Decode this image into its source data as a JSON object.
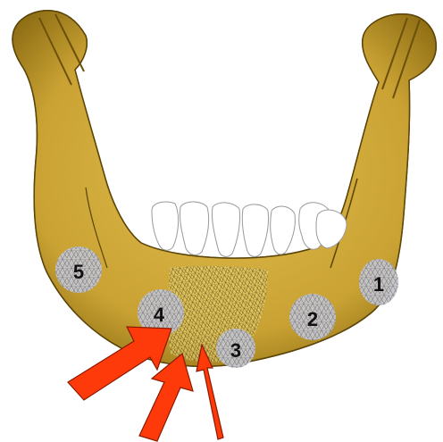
{
  "colors": {
    "bone": "#c9a233",
    "bone_dark": "#8a6a12",
    "mesh": "#2a1e05",
    "region": "#c4c4c8",
    "tooth": "#ffffff",
    "arrow": "#ff3a0a",
    "arrow_stroke": "#8a1a00"
  },
  "regions": [
    {
      "label": "1"
    },
    {
      "label": "2"
    },
    {
      "label": "3"
    },
    {
      "label": "4"
    },
    {
      "label": "5"
    }
  ],
  "arrows": [
    {
      "icon": "force-arrow-icon"
    },
    {
      "icon": "force-arrow-icon"
    },
    {
      "icon": "force-arrow-icon"
    }
  ]
}
